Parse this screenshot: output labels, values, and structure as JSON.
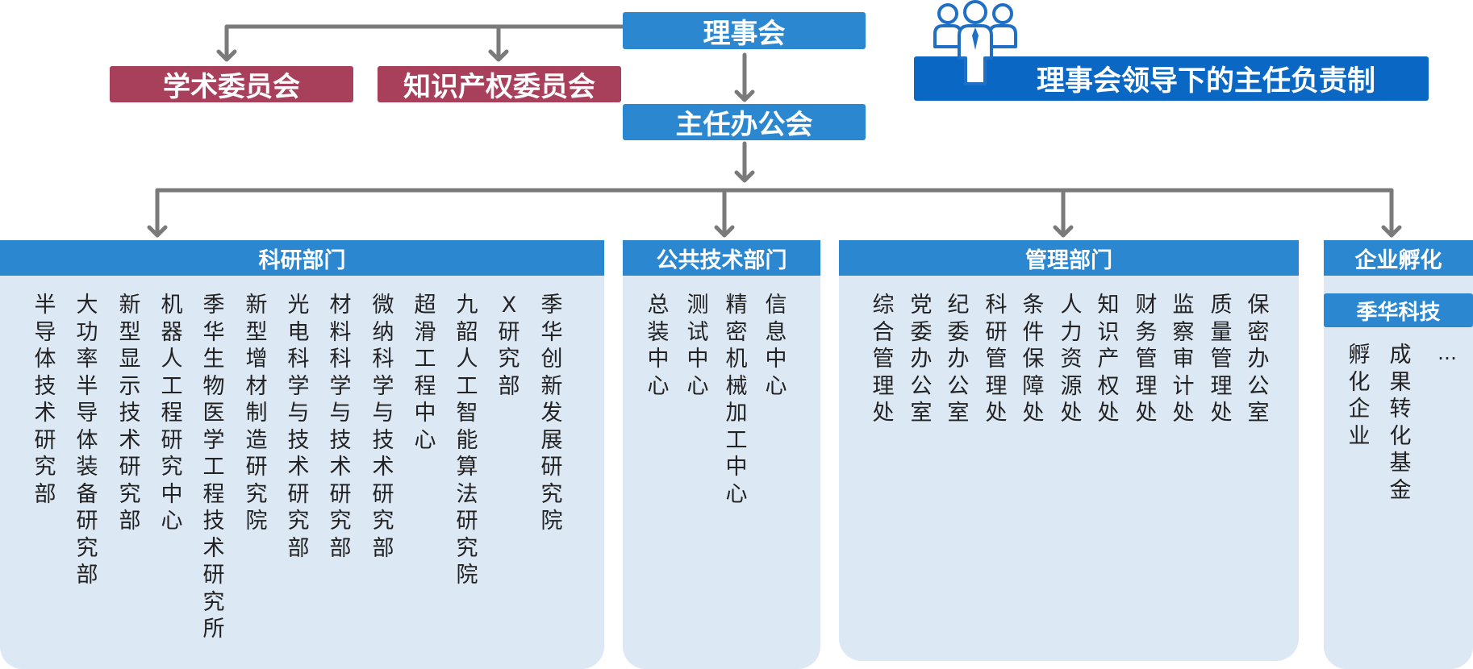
{
  "top": {
    "board": "理事会",
    "academic_committee": "学术委员会",
    "ip_committee": "知识产权委员会",
    "director_office": "主任办公会",
    "banner": "理事会领导下的主任负责制"
  },
  "departments": {
    "research": {
      "title": "科研部门",
      "items": [
        "半导体技术研究部",
        "大功率半导体装备研究部",
        "新型显示技术研究部",
        "机器人工程研究中心",
        "季华生物医学工程技术研究所",
        "新型增材制造研究院",
        "光电科学与技术研究部",
        "材料科学与技术研究部",
        "微纳科学与技术研究部",
        "超滑工程中心",
        "九韶人工智能算法研究院",
        "X研究部",
        "季华创新发展研究院"
      ]
    },
    "public_tech": {
      "title": "公共技术部门",
      "items": [
        "总装中心",
        "测试中心",
        "精密机械加工中心",
        "信息中心"
      ]
    },
    "management": {
      "title": "管理部门",
      "items": [
        "综合管理处",
        "党委办公室",
        "纪委办公室",
        "科研管理处",
        "条件保障处",
        "人力资源处",
        "知识产权处",
        "财务管理处",
        "监察审计处",
        "质量管理处",
        "保密办公室"
      ]
    },
    "enterprise": {
      "title": "企业孵化",
      "sub_title": "季华科技",
      "items": [
        "孵化企业",
        "成果转化基金"
      ],
      "ellipsis": "…"
    }
  }
}
